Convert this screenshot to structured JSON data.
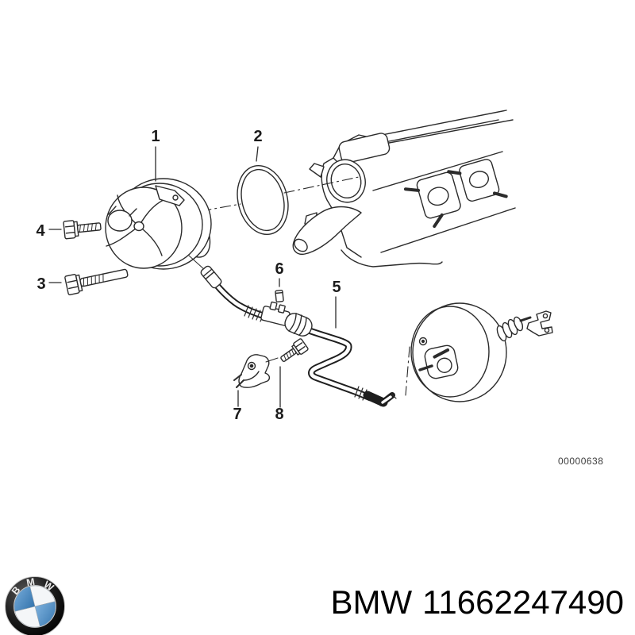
{
  "diagram": {
    "code": "00000638",
    "callouts": [
      "1",
      "2",
      "3",
      "4",
      "5",
      "6",
      "7",
      "8"
    ]
  },
  "footer": {
    "brand": "BMW",
    "part_number": "11662247490",
    "logo_letters": [
      "B",
      "M",
      "W"
    ]
  },
  "colors": {
    "line": "#2b2b2b",
    "hose": "#1e1e1e",
    "background": "#ffffff",
    "logo_blue": "#4a8ec6",
    "logo_ring": "#141414",
    "text": "#000000",
    "code_text": "#3d3d3d"
  }
}
